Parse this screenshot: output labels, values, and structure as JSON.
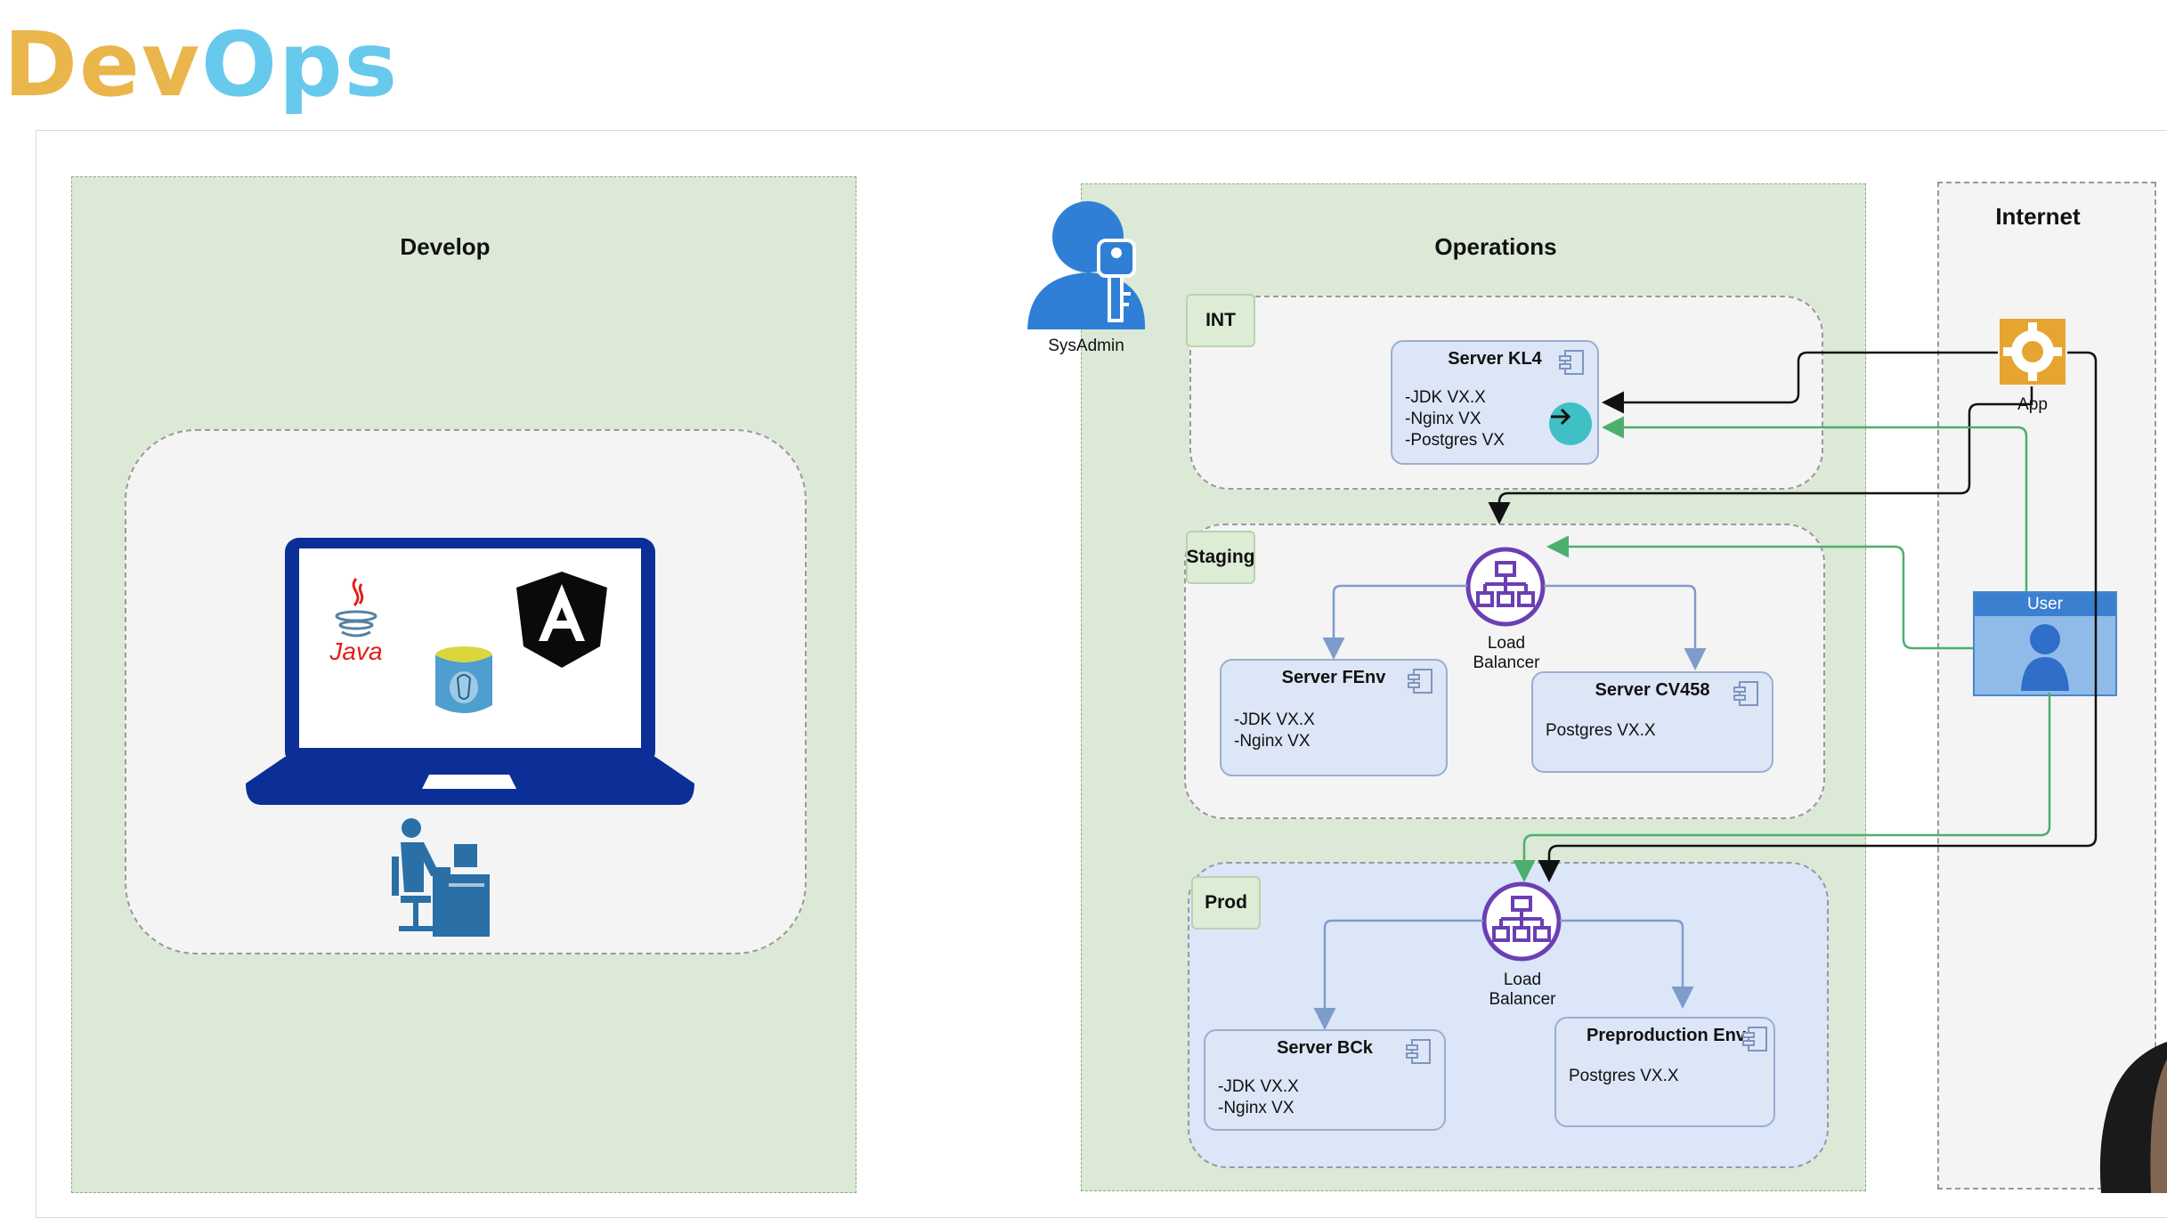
{
  "header": {
    "title_part1": "Dev",
    "title_part2": "Ops"
  },
  "develop": {
    "title": "Develop",
    "java_label": "Java"
  },
  "operations": {
    "title": "Operations",
    "sysadmin_label": "SysAdmin",
    "environments": {
      "int": {
        "tag": "INT",
        "server": {
          "title": "Server KL4",
          "lines": [
            "-JDK VX.X",
            "-Nginx VX",
            "-Postgres VX"
          ]
        }
      },
      "staging": {
        "tag": "Staging",
        "load_balancer": {
          "line1": "Load",
          "line2": "Balancer"
        },
        "server_a": {
          "title": "Server FEnv",
          "lines": [
            "-JDK VX.X",
            "-Nginx VX"
          ]
        },
        "server_b": {
          "title": "Server CV458",
          "lines": [
            "Postgres VX.X"
          ]
        }
      },
      "prod": {
        "tag": "Prod",
        "load_balancer": {
          "line1": "Load",
          "line2": "Balancer"
        },
        "server_a": {
          "title": "Server BCk",
          "lines": [
            "-JDK VX.X",
            "-Nginx VX"
          ]
        },
        "server_b": {
          "title": "Preproduction Env",
          "lines": [
            "Postgres VX.X"
          ]
        }
      }
    }
  },
  "internet": {
    "title": "Internet",
    "app_label": "App",
    "user_label": "User"
  },
  "colors": {
    "dev": "#eab54a",
    "ops": "#67c9ec",
    "zone": "#dbe9d6",
    "arrow_dark": "#111111",
    "arrow_green": "#4caf6e",
    "arrow_blue": "#7e9cc9",
    "lb_purple": "#6b3fb3"
  }
}
